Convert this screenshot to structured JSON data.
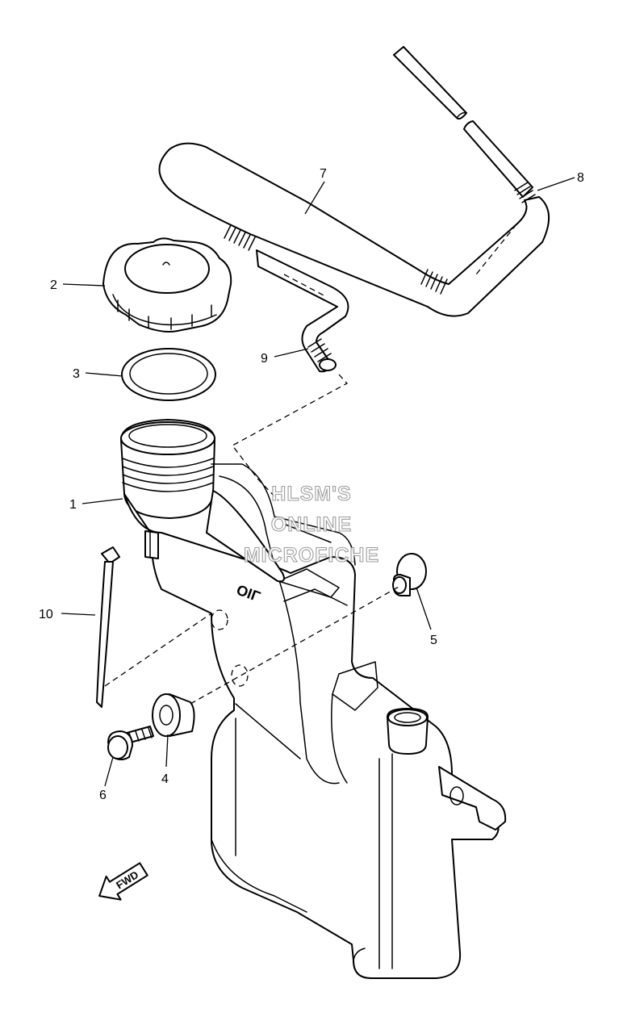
{
  "callouts": {
    "c1": "1",
    "c2": "2",
    "c3": "3",
    "c4": "4",
    "c5": "5",
    "c6": "6",
    "c7": "7",
    "c8": "8",
    "c9": "9",
    "c10": "10"
  },
  "tank_embossing": "OIL",
  "direction_marker": "FWD",
  "watermark": {
    "line1": "HLSM'S",
    "line2": "ONLINE",
    "line3": "MICROFICHE"
  },
  "colors": {
    "line": "#000000",
    "background": "#ffffff",
    "watermark_outline": "#8c8c8c"
  }
}
